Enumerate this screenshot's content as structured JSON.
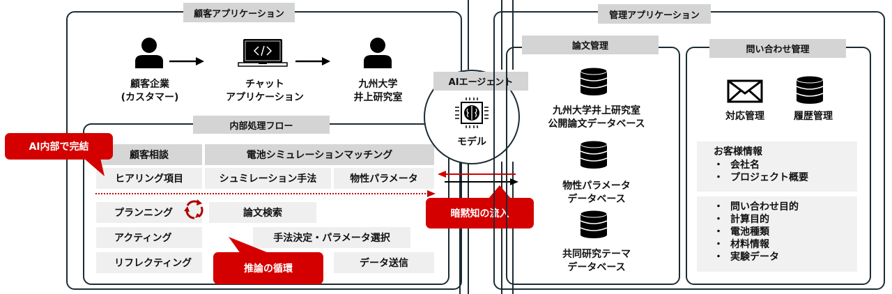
{
  "customer_app": {
    "title": "顧客アプリケーション",
    "actors": [
      {
        "icon": "person-icon",
        "label_lines": [
          "顧客企業",
          "(カスタマー)"
        ]
      },
      {
        "icon": "laptop-code-icon",
        "label_lines": [
          "チャット",
          "アプリケーション"
        ]
      },
      {
        "icon": "person-icon",
        "label_lines": [
          "九州大学",
          "井上研究室"
        ]
      }
    ]
  },
  "internal_flow": {
    "title": "内部処理フロー",
    "headers": [
      "顧客相談",
      "電池シミュレーションマッチング"
    ],
    "row1": [
      "ヒアリング項目",
      "シュミレーション手法",
      "物性パラメータ"
    ],
    "loop_steps": [
      "プランニング",
      "アクティング",
      "リフレクティング"
    ],
    "tasks": [
      "論文検索",
      "手法決定・パラメータ選択",
      "データ送信"
    ]
  },
  "callouts": {
    "ai_internal": "AI内部で完結",
    "reasoning_loop": "推論の循環",
    "tacit_knowledge": "暗黙知の流入"
  },
  "ai_agent": {
    "title": "AIエージェント",
    "model_label": "モデル"
  },
  "admin_app": {
    "title": "管理アプリケーション",
    "paper_mgmt": {
      "title": "論文管理",
      "databases": [
        {
          "label_lines": [
            "九州大学井上研究室",
            "公開論文データベース"
          ]
        },
        {
          "label_lines": [
            "物性パラメータ",
            "データベース"
          ]
        },
        {
          "label_lines": [
            "共同研究テーマ",
            "データベース"
          ]
        }
      ]
    },
    "inquiry_mgmt": {
      "title": "問い合わせ管理",
      "icons": [
        {
          "icon": "envelope-icon",
          "label": "対応管理"
        },
        {
          "icon": "database-icon",
          "label": "履歴管理"
        }
      ],
      "customer_info": {
        "title": "お客様情報",
        "items": [
          "会社名",
          "プロジェクト概要"
        ]
      },
      "inquiry_items": [
        "問い合わせ目的",
        "計算目的",
        "電池種類",
        "材料情報",
        "実験データ"
      ],
      "bullet": "・"
    }
  },
  "colors": {
    "accent_red": "#d40000",
    "frame": "#1b2b33",
    "label_gray": "#d4d4d4",
    "cell_gray": "#efefef"
  }
}
